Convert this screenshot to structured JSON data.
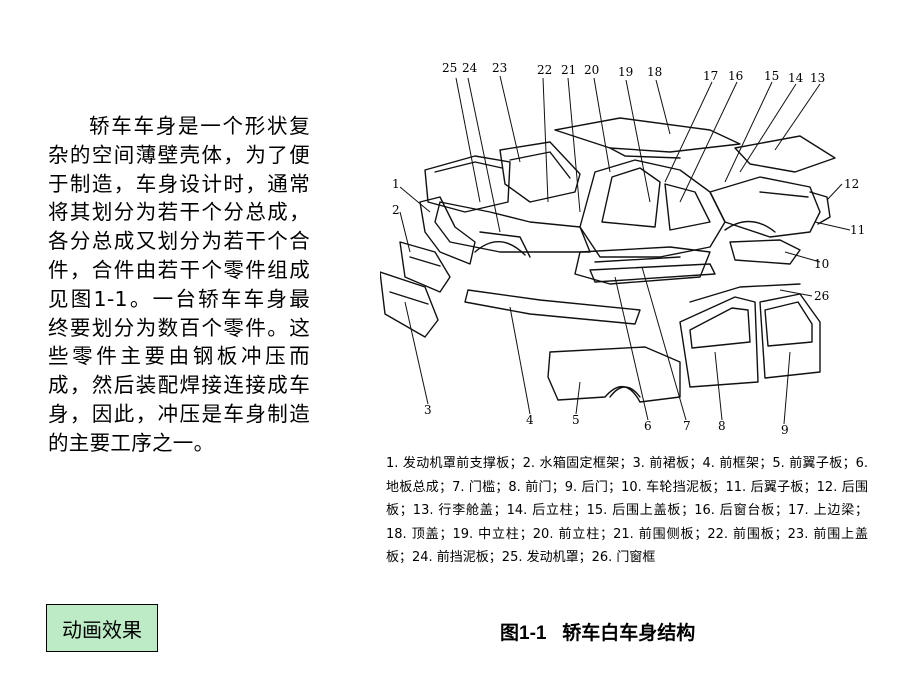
{
  "body_text": "轿车车身是一个形状复杂的空间薄壁壳体，为了便于制造，车身设计时，通常将其划分为若干个分总成，各分总成又划分为若干个合件，合件由若干个零件组成见图1-1。一台轿车车身最终要划分为数百个零件。这些零件主要由钢板冲压而成，然后装配焊接连接成车身，因此，冲压是车身制造的主要工序之一。",
  "figure": {
    "callouts": [
      "25",
      "24",
      "23",
      "22",
      "21",
      "20",
      "19",
      "18",
      "17",
      "16",
      "15",
      "14",
      "13",
      "12",
      "11",
      "10",
      "1",
      "2",
      "3",
      "4",
      "5",
      "6",
      "7",
      "8",
      "9",
      "26"
    ],
    "legend": "1. 发动机罩前支撑板；2. 水箱固定框架；3. 前裙板；4. 前框架；5. 前翼子板；6. 地板总成；7. 门槛；8. 前门；9. 后门；10. 车轮挡泥板；11. 后翼子板；12. 后围板；13. 行李舱盖；14. 后立柱；15. 后围上盖板；16. 后窗台板；17. 上边梁；18. 顶盖；19. 中立柱；20. 前立柱；21. 前围侧板；22. 前围板；23. 前围上盖板；24. 前挡泥板；25. 发动机罩；26. 门窗框",
    "title": "图1-1   轿车白车身结构"
  },
  "button": {
    "label": "动画效果"
  }
}
